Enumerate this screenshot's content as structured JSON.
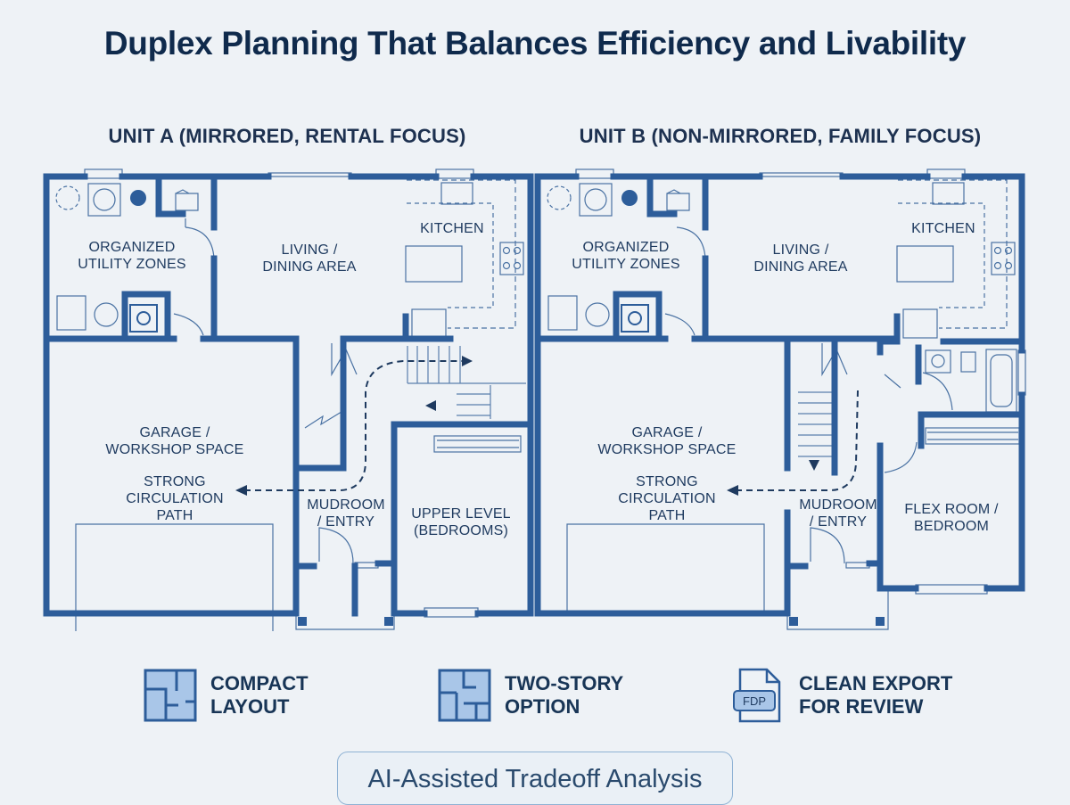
{
  "title": "Duplex Planning That Balances Efficiency and Livability",
  "units": [
    {
      "heading": "UNIT A (MIRRORED, RENTAL FOCUS)",
      "rooms": {
        "utility": [
          "ORGANIZED",
          "UTILITY ZONES"
        ],
        "living": [
          "LIVING /",
          "DINING AREA"
        ],
        "kitchen": [
          "KITCHEN"
        ],
        "garage": [
          "GARAGE /",
          "WORKSHOP SPACE"
        ],
        "circulation": [
          "STRONG",
          "CIRCULATION",
          "PATH"
        ],
        "mudroom": [
          "MUDROOM",
          "/ ENTRY"
        ],
        "extra": [
          "UPPER LEVEL",
          "(BEDROOMS)"
        ]
      }
    },
    {
      "heading": "UNIT B (NON-MIRRORED, FAMILY FOCUS)",
      "rooms": {
        "utility": [
          "ORGANIZED",
          "UTILITY ZONES"
        ],
        "living": [
          "LIVING /",
          "DINING AREA"
        ],
        "kitchen": [
          "KITCHEN"
        ],
        "garage": [
          "GARAGE /",
          "WORKSHOP SPACE"
        ],
        "circulation": [
          "STRONG",
          "CIRCULATION",
          "PATH"
        ],
        "mudroom": [
          "MUDROOM",
          "/ ENTRY"
        ],
        "extra": [
          "FLEX ROOM /",
          "BEDROOM"
        ]
      }
    }
  ],
  "features": [
    {
      "label_1": "COMPACT",
      "label_2": "LAYOUT",
      "icon": "compact-floorplan-icon"
    },
    {
      "label_1": "TWO-STORY",
      "label_2": "OPTION",
      "icon": "two-story-floorplan-icon"
    },
    {
      "label_1": "CLEAN EXPORT",
      "label_2": "FOR REVIEW",
      "icon": "file-export-icon",
      "file_tag": "FDP"
    }
  ],
  "footer_pill": "AI-Assisted Tradeoff Analysis",
  "colors": {
    "wall": "#2d5d9a",
    "ink": "#1e3a5f",
    "title": "#0f2a4c",
    "background": "#eef2f6",
    "icon_fill": "#a9c6e8"
  }
}
